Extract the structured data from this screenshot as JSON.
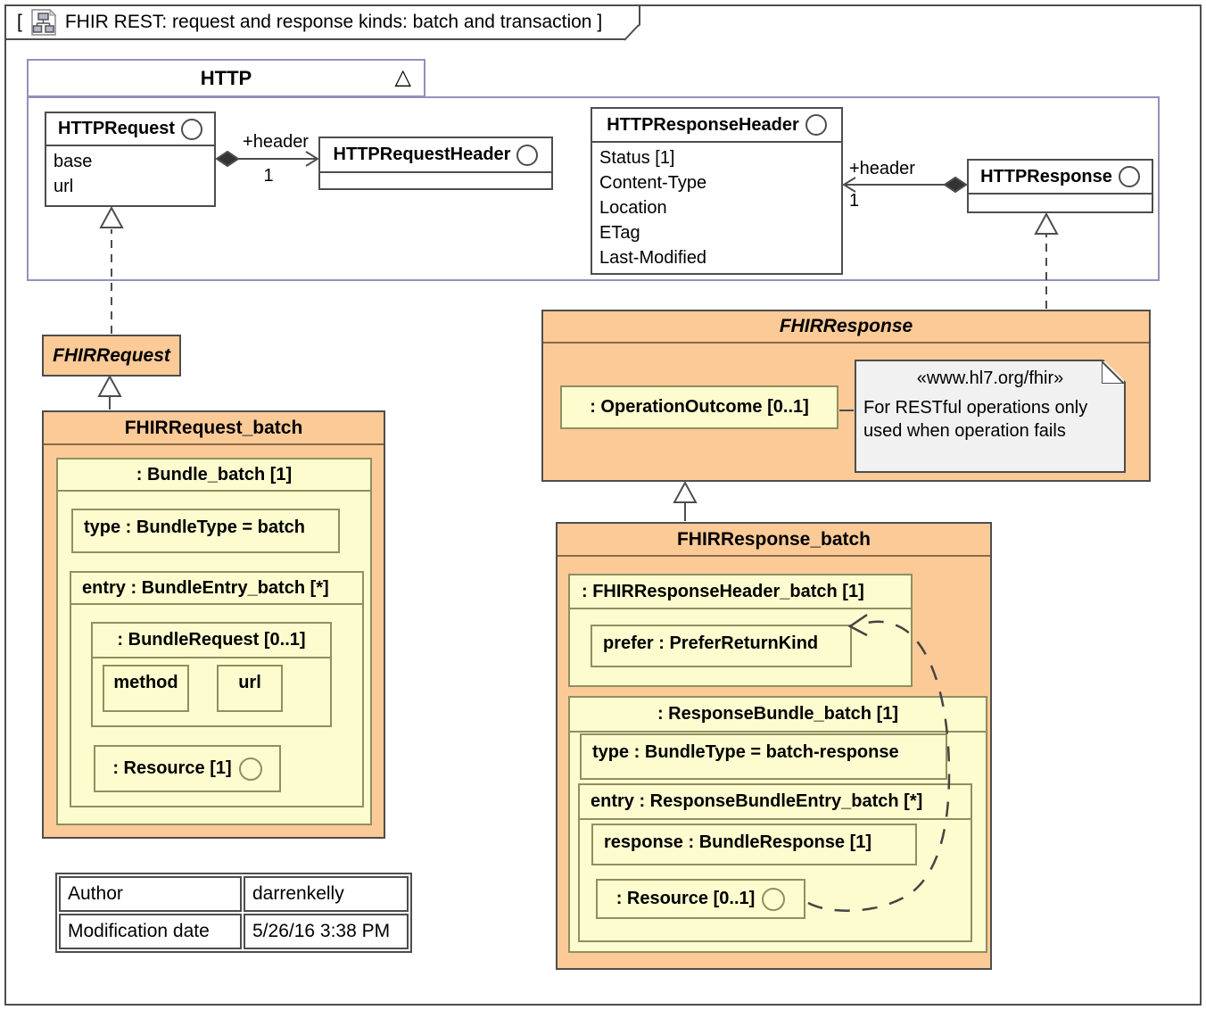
{
  "frame": {
    "title_prefix": "[",
    "title": "FHIR REST: request and response kinds: batch and transaction ]"
  },
  "http_package": {
    "name": "HTTP",
    "collapse_icon": "△",
    "classes": {
      "http_request": {
        "name": "HTTPRequest",
        "attributes": [
          "base",
          "url"
        ]
      },
      "http_request_header": {
        "name": "HTTPRequestHeader"
      },
      "http_response_header": {
        "name": "HTTPResponseHeader",
        "attributes": [
          "Status [1]",
          "Content-Type",
          "Location",
          "ETag",
          "Last-Modified"
        ]
      },
      "http_response": {
        "name": "HTTPResponse"
      }
    },
    "associations": {
      "request_header": {
        "label": "+header",
        "multiplicity": "1"
      },
      "response_header": {
        "label": "+header",
        "multiplicity": "1"
      }
    }
  },
  "fhir_request": {
    "name": "FHIRRequest"
  },
  "fhir_request_batch": {
    "name": "FHIRRequest_batch",
    "bundle": {
      "name": ": Bundle_batch [1]",
      "type": "type : BundleType = batch",
      "entry": {
        "name": "entry : BundleEntry_batch [*]",
        "bundle_request": {
          "name": ": BundleRequest [0..1]",
          "method": "method",
          "url": "url"
        },
        "resource": ": Resource [1]"
      }
    }
  },
  "fhir_response": {
    "name": "FHIRResponse",
    "operation_outcome": ": OperationOutcome [0..1]",
    "note": {
      "stereotype": "«www.hl7.org/fhir»",
      "line1": "For RESTful operations only",
      "line2": "used when operation fails"
    }
  },
  "fhir_response_batch": {
    "name": "FHIRResponse_batch",
    "header": {
      "name": ": FHIRResponseHeader_batch [1]",
      "prefer": "prefer : PreferReturnKind"
    },
    "bundle": {
      "name": ": ResponseBundle_batch [1]",
      "type": "type : BundleType = batch-response",
      "entry": {
        "name": "entry : ResponseBundleEntry_batch [*]",
        "response": "response : BundleResponse [1]",
        "resource": ": Resource [0..1]"
      }
    }
  },
  "info_table": {
    "rows": [
      [
        "Author",
        "darrenkelly"
      ],
      [
        "Modification date",
        "5/26/16 3:38 PM"
      ]
    ]
  },
  "colors": {
    "orange": "#fbca97",
    "yellow": "#fcfcce",
    "note_gray": "#f1f1f1",
    "package_border": "#9191bb",
    "line": "#4d4d4d",
    "olive_border": "#8f8f5f"
  }
}
